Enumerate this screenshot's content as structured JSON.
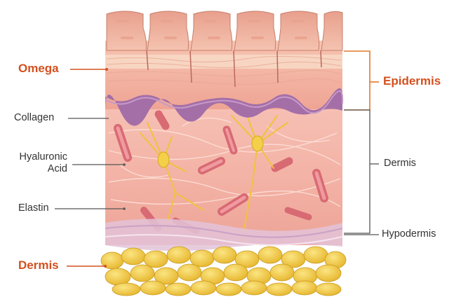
{
  "labels": {
    "omega": "Omega",
    "collagen": "Collagen",
    "hyaluronic_line1": "Hyaluronic",
    "hyaluronic_line2": "Acid",
    "elastin": "Elastin",
    "dermis_left": "Dermis",
    "epidermis": "Epidermis",
    "dermis_right": "Dermis",
    "hypodermis": "Hypodermis"
  },
  "colors": {
    "highlight_label": "#d4501e",
    "plain_label": "#333333",
    "bracket_orange": "#e07a2b",
    "bracket_gray": "#555555",
    "skin_pink": "#f2b7a8",
    "fat_yellow": "#f3cf4a",
    "nerve": "#f0c33c",
    "collagen_fiber": "#e48a8f"
  }
}
